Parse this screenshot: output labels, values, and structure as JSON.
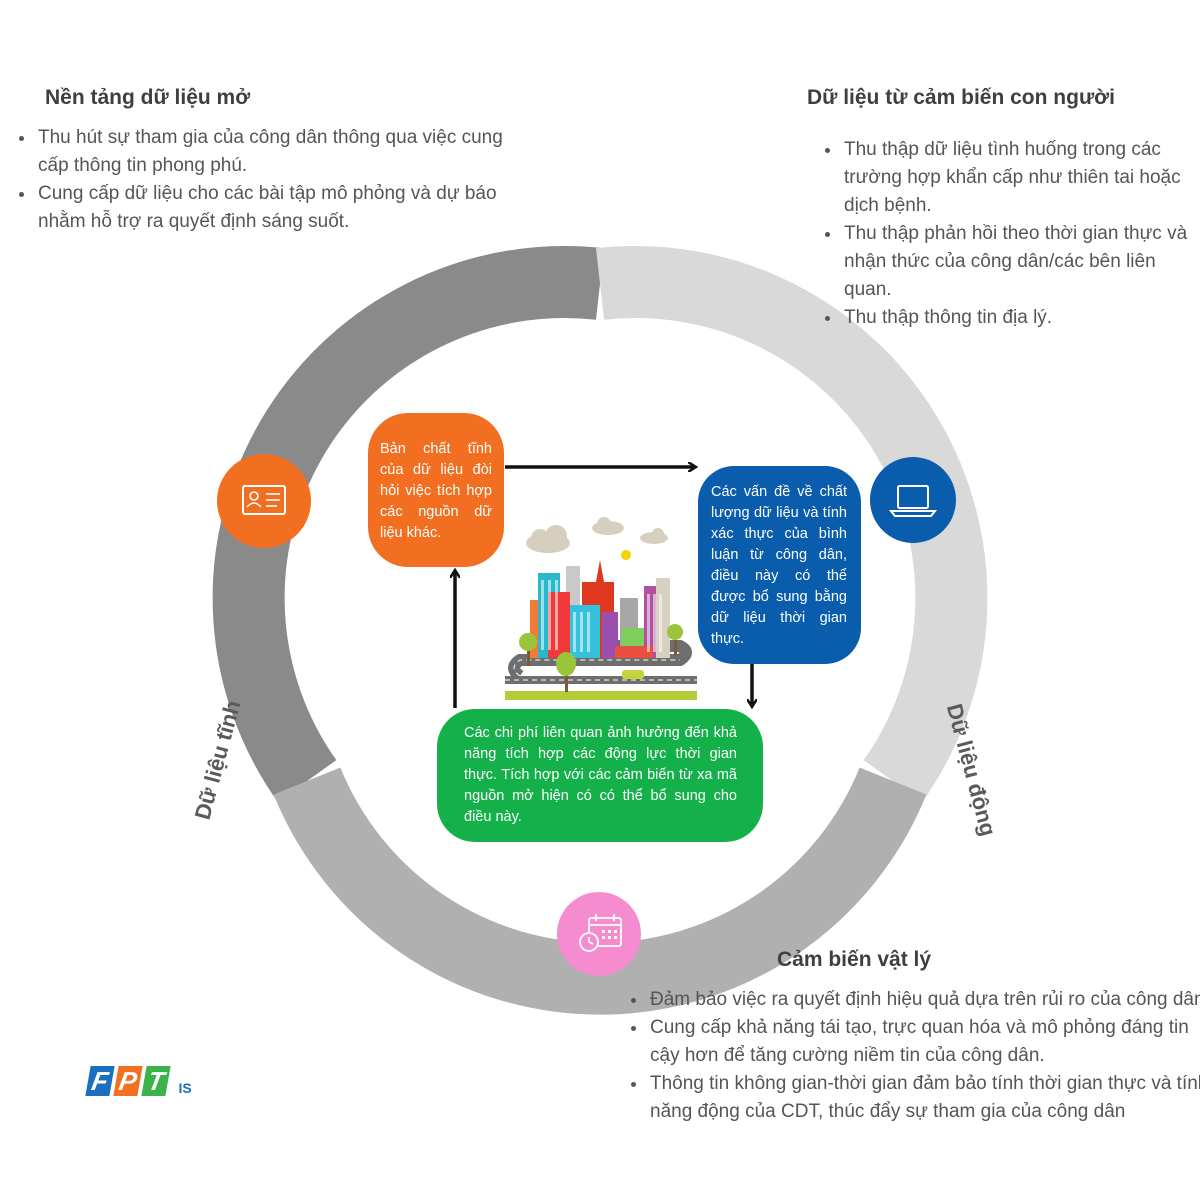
{
  "top_left": {
    "title": "Nền tảng dữ liệu mở",
    "bullets": [
      "Thu hút sự tham gia của công dân thông qua việc cung cấp thông tin phong phú.",
      "Cung cấp dữ liệu cho các bài tập mô phỏng và dự báo nhằm hỗ trợ ra quyết định sáng suốt."
    ]
  },
  "top_right": {
    "title": "Dữ liệu từ cảm biến con người",
    "bullets": [
      "Thu thập dữ liệu tình huống trong các trường hợp khẩn cấp như thiên tai hoặc dịch bệnh.",
      "Thu thập phản hồi theo thời gian thực và nhận thức của công dân/các bên liên quan.",
      "Thu thập thông tin địa lý."
    ]
  },
  "bottom": {
    "title": "Cảm biến vật lý",
    "bullets": [
      "Đảm bảo việc ra quyết định hiệu quả dựa trên rủi ro của công dân.",
      "Cung cấp khả năng tái tạo, trực quan hóa và mô phỏng đáng tin cậy hơn để tăng cường niềm tin của công dân.",
      "Thông tin không gian-thời gian đảm bảo tính thời gian thực và tính năng động của CDT, thúc đẩy sự tham gia của công dân"
    ]
  },
  "ring_labels": {
    "static": "Dữ liệu tĩnh",
    "dynamic": "Dữ liệu động"
  },
  "boxes": {
    "orange": "Bản chất tĩnh của dữ liệu đòi hỏi việc tích hợp các nguồn dữ liệu khác.",
    "blue": "Các vấn đề về chất lượng dữ liệu và tính xác thực của bình luận từ công dân, điều này có thể được bổ sung bằng dữ liệu thời gian thực.",
    "green": "Các chi phí liên quan ảnh hưởng đến khả năng tích hợp các động lực thời gian thực. Tích hợp với các cảm biến từ xa mã nguồn mở hiện có có thể bổ sung cho điều này."
  },
  "icons": {
    "orange": "id-card-icon",
    "blue": "laptop-icon",
    "pink": "calendar-clock-icon"
  },
  "colors": {
    "ring_dark": "#8a8a8a",
    "ring_light": "#d9d9d9",
    "ring_mid": "#b0b0b0",
    "orange": "#f26f21",
    "blue": "#0a5cad",
    "green": "#14b04a",
    "pink": "#f58ccf"
  },
  "logo": {
    "letters": [
      "F",
      "P",
      "T"
    ],
    "suffix": "IS"
  }
}
